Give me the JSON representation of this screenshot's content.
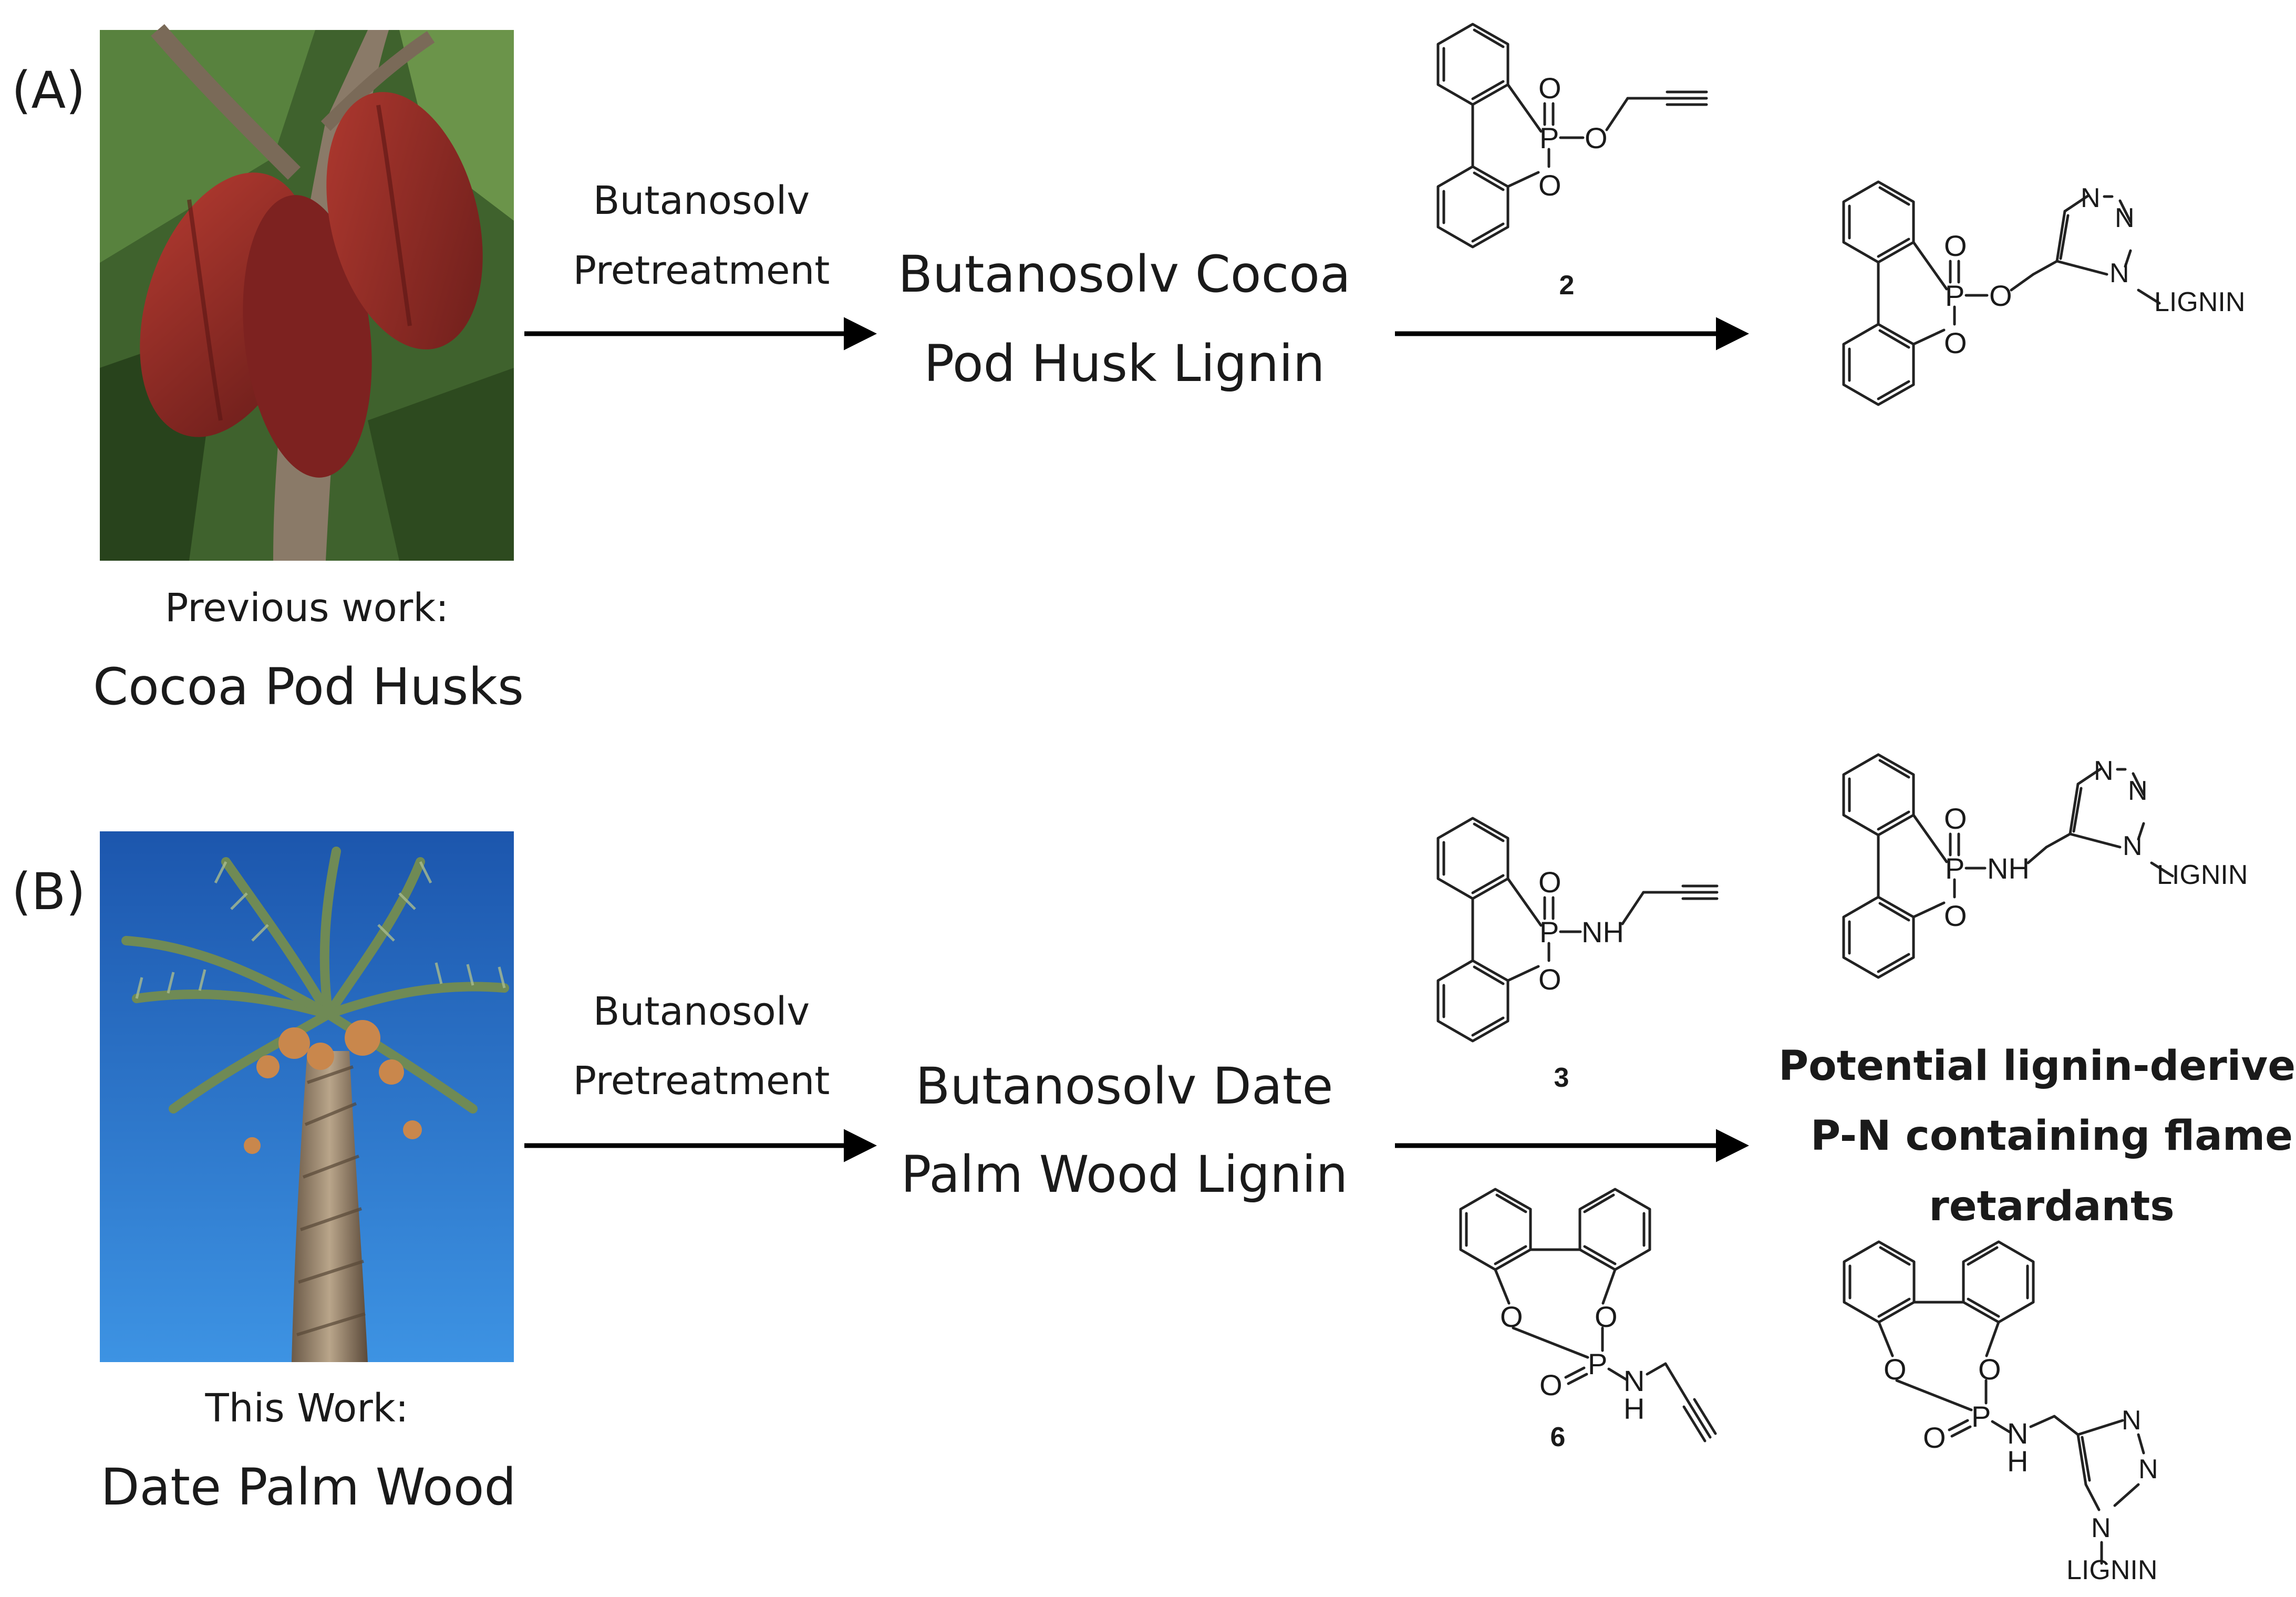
{
  "panels": {
    "a": {
      "label": "(A)",
      "caption_line1": "Previous work:",
      "caption_line2": "Cocoa Pod Husks",
      "treatment_line1": "Butanosolv",
      "treatment_line2": "Pretreatment",
      "product_line1": "Butanosolv Cocoa",
      "product_line2": "Pod Husk Lignin",
      "reagent_number": "2"
    },
    "b": {
      "label": "(B)",
      "caption_line1": "This Work:",
      "caption_line2": "Date Palm Wood",
      "treatment_line1": "Butanosolv",
      "treatment_line2": "Pretreatment",
      "product_line1": "Butanosolv Date",
      "product_line2": "Palm Wood Lignin",
      "reagent_number_1": "3",
      "reagent_number_2": "6",
      "result_line1": "Potential lignin-derived",
      "result_line2": "P-N containing  flame",
      "result_line3": "retardants"
    }
  },
  "atoms": {
    "p": "P",
    "o": "O",
    "nh": "NH",
    "n": "N",
    "h": "H",
    "lignin": "LIGNIN"
  },
  "colors": {
    "sky_top": "#1f5fb8",
    "sky_bottom": "#3c8fe0",
    "pod_red": "#8e2a25",
    "leaf_green": "#3e6a2c"
  }
}
